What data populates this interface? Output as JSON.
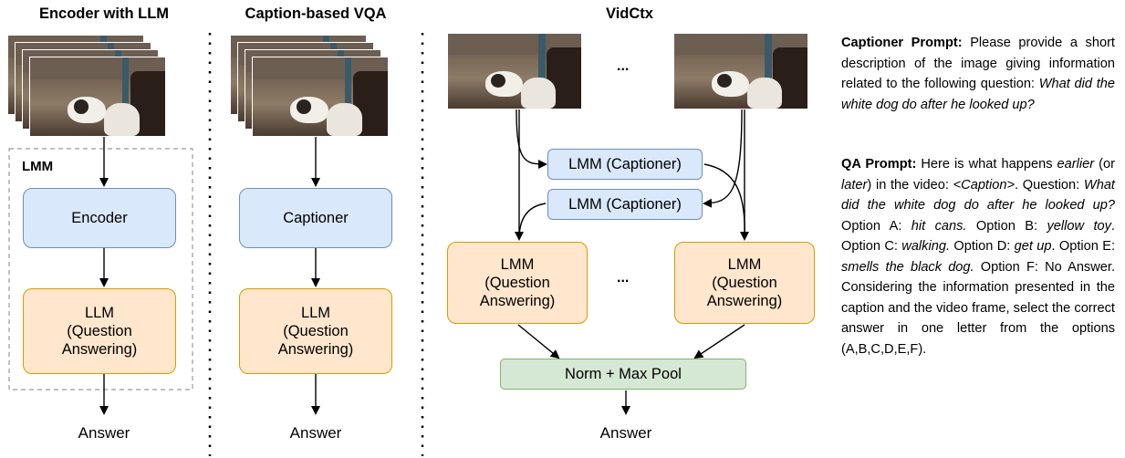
{
  "columns": {
    "encoder": {
      "title": "Encoder with LLM",
      "group_label": "LMM",
      "encoder_box": "Encoder",
      "llm_box_l1": "LLM",
      "llm_box_l2": "(Question",
      "llm_box_l3": "Answering)",
      "answer": "Answer"
    },
    "caption": {
      "title": "Caption-based VQA",
      "captioner_box": "Captioner",
      "llm_box_l1": "LLM",
      "llm_box_l2": "(Question",
      "llm_box_l3": "Answering)",
      "answer": "Answer"
    },
    "vidctx": {
      "title": "VidCtx",
      "ellipsis_frames": "...",
      "captioner_1": "LMM (Captioner)",
      "captioner_2": "LMM (Captioner)",
      "qa_l1": "LMM",
      "qa_l2": "(Question",
      "qa_l3": "Answering)",
      "ellipsis_qa": "...",
      "pool_box": "Norm + Max Pool",
      "answer": "Answer"
    }
  },
  "prompts": {
    "captioner": {
      "label": "Captioner Prompt:",
      "text": "Please provide a short description of the image giving information related to the following question:",
      "question": "What did the white dog do after he looked up?"
    },
    "qa": {
      "label": "QA Prompt:",
      "t1": "Here is what happens",
      "earlier": "earlier",
      "t2": "(or",
      "later": "later",
      "t3": ") in the video:",
      "caption_tag": "<Caption>",
      "t4": ". Question:",
      "question": "What did the white dog do after he looked up?",
      "t5": "Option A:",
      "opt_a": "hit cans.",
      "t6": "Option B:",
      "opt_b": "yellow toy",
      "t7": ". Option C:",
      "opt_c": "walking.",
      "t8": "Option D:",
      "opt_d": "get up",
      "t9": ". Option E:",
      "opt_e": "smells the black dog.",
      "t10": "Option F: No Answer. Considering the information presented in the caption and the video frame, select the correct answer in one letter from the options (A,B,C,D,E,F)."
    }
  },
  "colors": {
    "encoder_fill": "#dae8fc",
    "encoder_stroke": "#6c8ebf",
    "llm_fill": "#ffe6cc",
    "llm_stroke": "#d79b00",
    "pool_fill": "#d5e8d4",
    "pool_stroke": "#82b366"
  }
}
